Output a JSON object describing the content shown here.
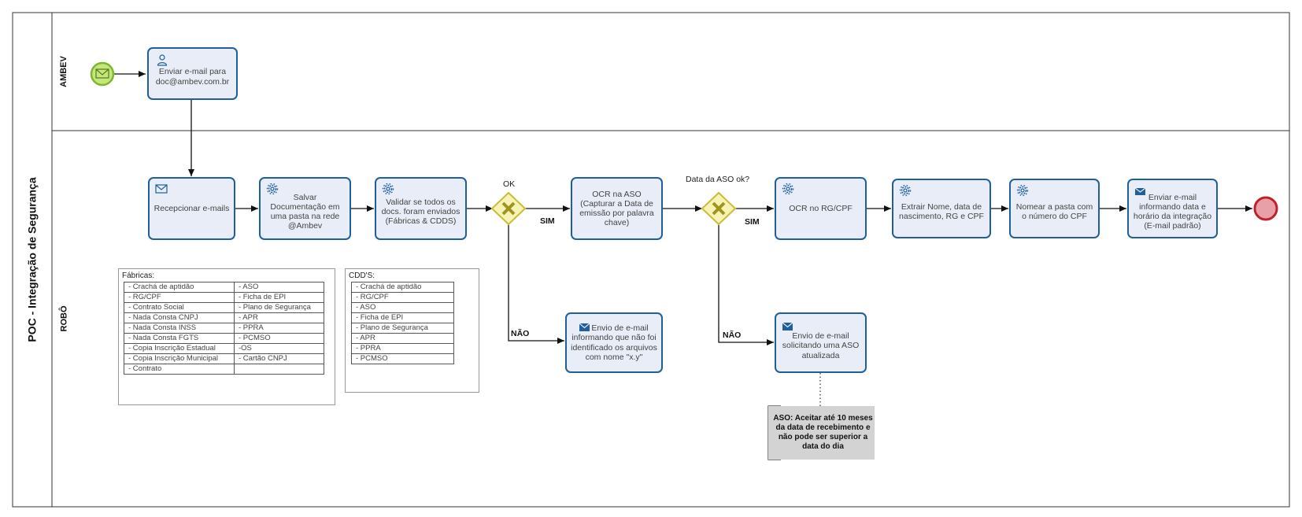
{
  "pool": {
    "title": "POC - Integração de Segurança"
  },
  "lanes": {
    "top": "AMBEV",
    "bottom": "ROBÔ"
  },
  "tasks": {
    "enviar_email": "Enviar e-mail para doc@ambev.com.br",
    "recepcionar": "Recepcionar e-mails",
    "salvar": "Salvar Documentação em uma pasta na rede @Ambev",
    "validar": "Validar se todos os docs. foram enviados (Fábricas & CDDS)",
    "ocr_aso": "OCR na ASO (Capturar a Data de emissão por palavra chave)",
    "envio_nao_identificado": "Envio de e-mail informando que não foi identificado os arquivos com nome \"x.y\"",
    "ocr_rg": "OCR no RG/CPF",
    "envio_aso": "Envio de e-mail solicitando uma ASO atualizada",
    "extrair": "Extrair Nome, data de nascimento, RG e CPF",
    "nomear": "Nomear a pasta com o número do CPF",
    "enviar_final": "Enviar e-mail informando data e horário da integração (E-mail padrão)"
  },
  "gateways": {
    "g1": "OK",
    "g2": "Data da ASO ok?"
  },
  "flows": {
    "sim1": "SIM",
    "nao1": "NÃO",
    "sim2": "SIM",
    "nao2": "NÃO"
  },
  "annotation": "ASO: Aceitar até 10 meses da data de recebimento e não pode ser superior a data do dia",
  "fabricas": {
    "title": "Fábricas:",
    "rows": [
      [
        "- Crachá de aptidão",
        "- ASO"
      ],
      [
        "- RG/CPF",
        "- Ficha de EPI"
      ],
      [
        "- Contrato Social",
        "- Plano de Segurança"
      ],
      [
        "- Nada Consta CNPJ",
        "- APR"
      ],
      [
        "- Nada Consta INSS",
        "- PPRA"
      ],
      [
        "- Nada Consta FGTS",
        "- PCMSO"
      ],
      [
        "- Copia Inscrição Estadual",
        "-OS"
      ],
      [
        "- Copia Inscrição Municipal",
        "- Cartão CNPJ"
      ],
      [
        "- Contrato",
        ""
      ]
    ]
  },
  "cdds": {
    "title": "CDD'S:",
    "rows": [
      "- Crachá de aptidão",
      "- RG/CPF",
      "- ASO",
      "- Ficha de EPI",
      "- Plano de Segurança",
      "- APR",
      "- PPRA",
      "- PCMSO"
    ]
  },
  "colors": {
    "task_fill": "#e8edf8",
    "task_border": "#1f5f9c",
    "start_fill": "#c6e67a",
    "start_border": "#7ab82f",
    "end_fill": "#e8a0a8",
    "end_border": "#c0202b",
    "gateway_fill": "#f7f3b5",
    "gateway_border": "#c8bd3a",
    "gateway_mark": "#a09420",
    "annotation_fill": "#d3d3d3"
  }
}
